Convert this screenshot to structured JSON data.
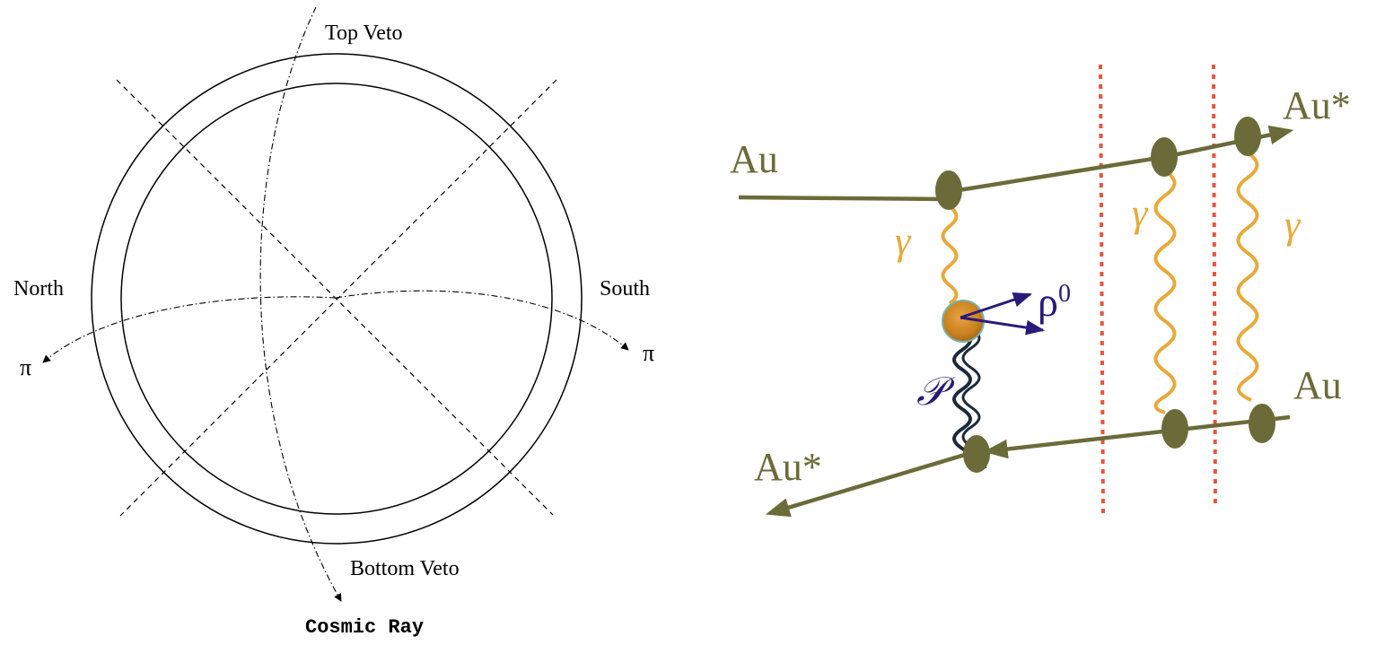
{
  "detector_diagram": {
    "labels": {
      "top_veto": "Top Veto",
      "bottom_veto": "Bottom Veto",
      "north": "North",
      "south": "South",
      "pion_left": "π",
      "pion_right": "π",
      "cosmic_ray": "Cosmic Ray"
    }
  },
  "feynman_diagram": {
    "labels": {
      "au_top_left": "Au",
      "au_star_top_right": "Au*",
      "au_bottom_right": "Au",
      "au_star_bottom_left": "Au*",
      "gamma_1": "γ",
      "gamma_2": "γ",
      "gamma_3": "γ",
      "rho_symbol": "ρ",
      "rho_superscript": "0",
      "pomeron": "𝒫"
    },
    "colors": {
      "nucleus_line": "#6b6b3a",
      "vertex": "#6b6b3a",
      "photon": "#e8a93a",
      "pomeron": "#1c2a3a",
      "rho_arrows": "#2a1a7a",
      "cut_lines": "#e8553a",
      "blob": "#c9821e"
    }
  }
}
